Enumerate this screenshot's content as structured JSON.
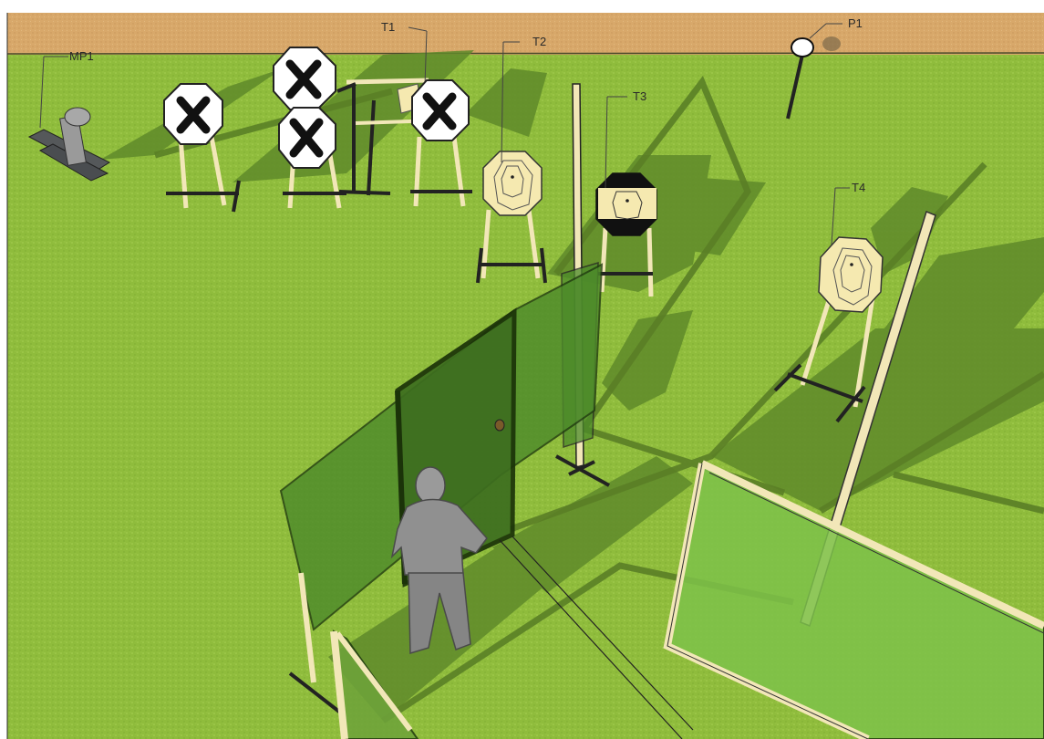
{
  "labels": {
    "mp1": "MP1",
    "t1": "T1",
    "t2": "T2",
    "t3": "T3",
    "t4": "T4",
    "p1": "P1"
  },
  "colors": {
    "grass": "#8fbc3c",
    "berm": "#d8a86a",
    "wall_green": "#4c8a2a",
    "door_green": "#3d6e1f",
    "wood": "#f2e7b8",
    "target_tan": "#f5e9b0",
    "figure_gray": "#8d8d8d"
  },
  "icons": {
    "no_shoot": "x-mark-icon",
    "popper": "popper-icon",
    "plate": "plate-icon"
  }
}
